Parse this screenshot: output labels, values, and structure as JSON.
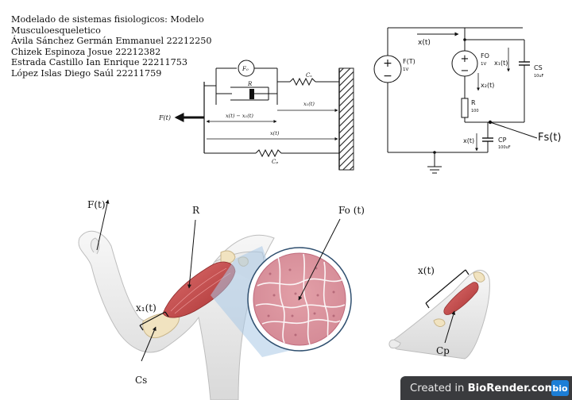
{
  "header": {
    "lines": [
      "Modelado de sistemas fisiologicos: Modelo",
      "Musculoesqueletico",
      "Ávila Sánchez Germán Emmanuel 22212250",
      "Chizek Espinoza Josue 22212382",
      "Estrada Castillo Ian Enrique 22211753",
      "López Islas Diego Saúl 22211759"
    ]
  },
  "mechanical_diagram": {
    "force_label": "F(t)",
    "source_label": "F₀",
    "resistor_label": "R",
    "cs_label": "Cₛ",
    "cp_label": "Cₚ",
    "x1_label": "x₁(t)",
    "diff_label": "x(t) − x₁(t)",
    "x_label": "x(t)"
  },
  "circuit_diagram": {
    "x_top_label": "x(t)",
    "source_label": "F(T)",
    "source_value": "1V",
    "fo_label": "FO",
    "fo_value": "1V",
    "x1_label": "x₁(t)",
    "cs_label": "CS",
    "cs_value": "10uF",
    "x2_label": "x₂(t)",
    "r_label": "R",
    "r_value": "100",
    "cp_label": "CP",
    "cp_value": "100uF",
    "x_bottom_label": "x(t)",
    "fs_label": "Fs(t)"
  },
  "illustration": {
    "f_label": "F(t)",
    "r_label": "R",
    "fo_label": "Fo (t)",
    "x1_label": "x₁(t)",
    "cs_label": "Cs",
    "x_label": "x(t)",
    "cp_label": "Cp"
  },
  "watermark": {
    "prefix": "Created in ",
    "brand": "BioRender.com",
    "logo": "bio"
  }
}
